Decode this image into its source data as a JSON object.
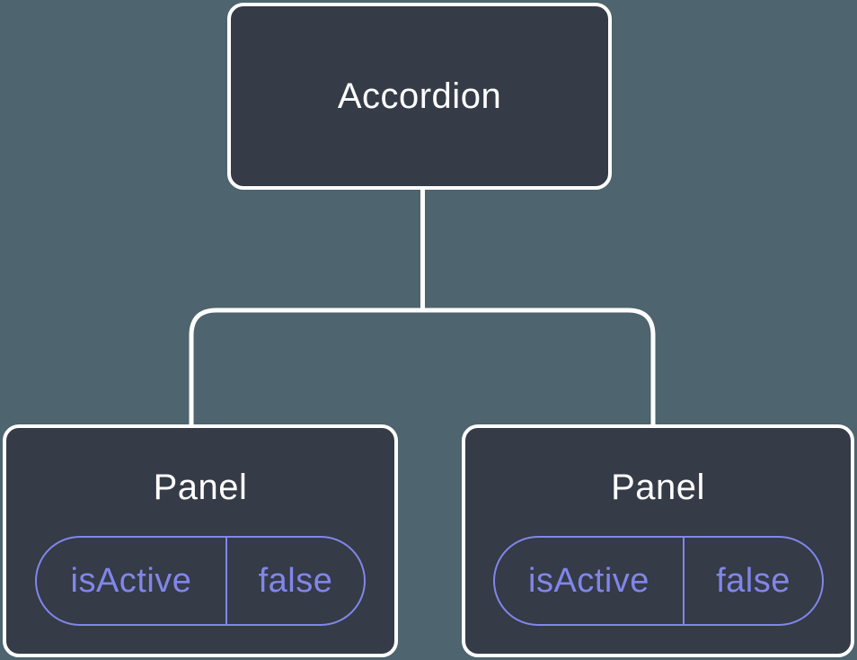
{
  "diagram": {
    "kind": "component-tree",
    "root": {
      "label": "Accordion"
    },
    "children": [
      {
        "label": "Panel",
        "state": {
          "key": "isActive",
          "value": "false"
        }
      },
      {
        "label": "Panel",
        "state": {
          "key": "isActive",
          "value": "false"
        }
      }
    ]
  },
  "colors": {
    "background": "#4e646e",
    "node_fill": "#353b47",
    "node_border": "#ffffff",
    "label_text": "#ffffff",
    "accent_purple": "#8186ea",
    "connector": "#ffffff"
  }
}
